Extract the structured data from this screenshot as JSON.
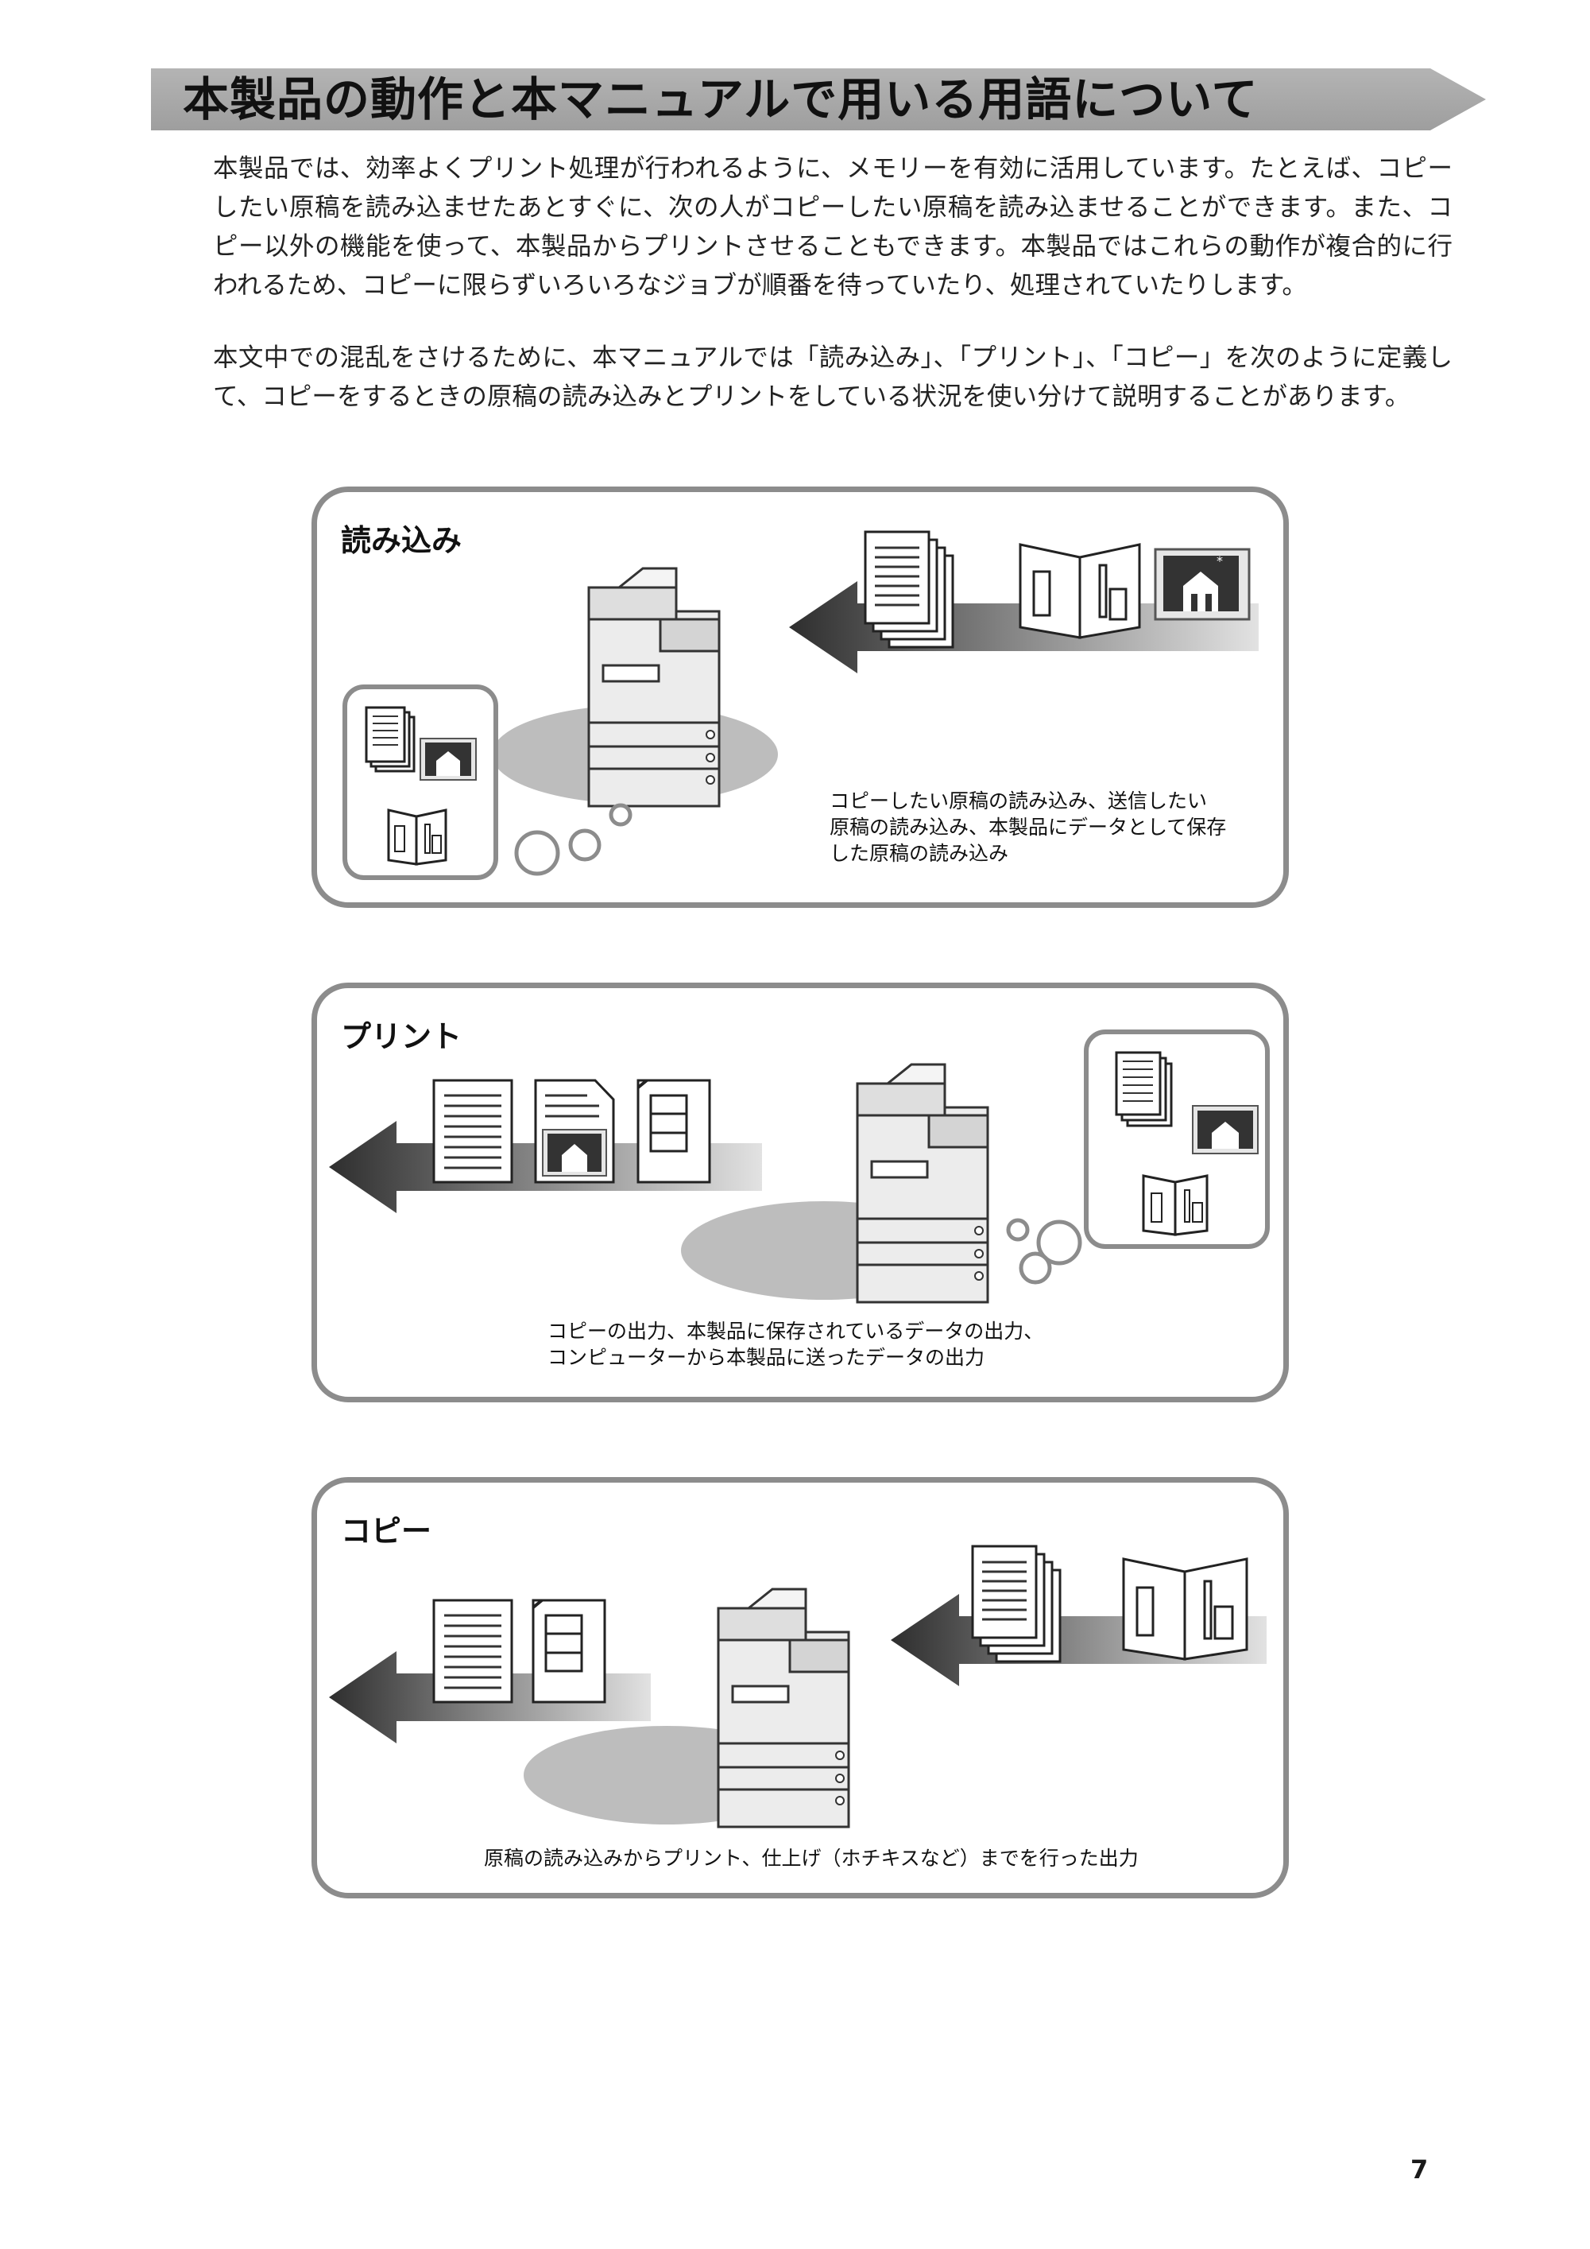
{
  "page": {
    "title": "本製品の動作と本マニュアルで用いる用語について",
    "paragraphs": [
      "本製品では、効率よくプリント処理が行われるように、メモリーを有効に活用しています。たとえば、コピーしたい原稿を読み込ませたあとすぐに、次の人がコピーしたい原稿を読み込ませることができます。また、コピー以外の機能を使って、本製品からプリントさせることもできます。本製品ではこれらの動作が複合的に行われるため、コピーに限らずいろいろなジョブが順番を待っていたり、処理されていたりします。",
      "本文中での混乱をさけるために、本マニュアルでは「読み込み」、「プリント」、「コピー」を次のように定義して、コピーをするときの原稿の読み込みとプリントをしている状況を使い分けて説明することがあります。"
    ],
    "page_number": "7"
  },
  "panels": {
    "read": {
      "label": "読み込み",
      "caption_lines": [
        "コピーしたい原稿の読み込み、送信したい",
        "原稿の読み込み、本製品にデータとして保存",
        "した原稿の読み込み"
      ]
    },
    "print": {
      "label": "プリント",
      "caption_lines": [
        "コピーの出力、本製品に保存されているデータの出力、",
        "コンピューターから本製品に送ったデータの出力"
      ]
    },
    "copy": {
      "label": "コピー",
      "caption_lines": [
        "原稿の読み込みからプリント、仕上げ（ホチキスなど）までを行った出力"
      ]
    }
  },
  "colors": {
    "title_bar": "#a9a9a9",
    "panel_border": "#8c8c8c",
    "shadow_ellipse": "#b8b8b8",
    "arrow_dark": "#333333",
    "arrow_light": "#dcdcdc"
  },
  "icons": [
    "copier-icon",
    "document-stack-icon",
    "open-book-icon",
    "photo-icon",
    "arrow-left-icon",
    "thought-bubble-icon"
  ]
}
